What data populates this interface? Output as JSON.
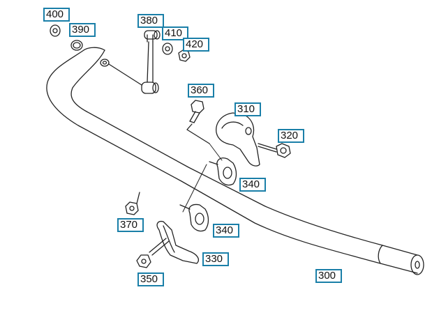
{
  "labels": {
    "p400": "400",
    "p390": "390",
    "p380": "380",
    "p410": "410",
    "p420": "420",
    "p360": "360",
    "p310": "310",
    "p320": "320",
    "p340a": "340",
    "p340b": "340",
    "p370": "370",
    "p330": "330",
    "p350": "350",
    "p300": "300"
  },
  "colors": {
    "label_border": "#1a7fa8",
    "line": "#222222"
  }
}
